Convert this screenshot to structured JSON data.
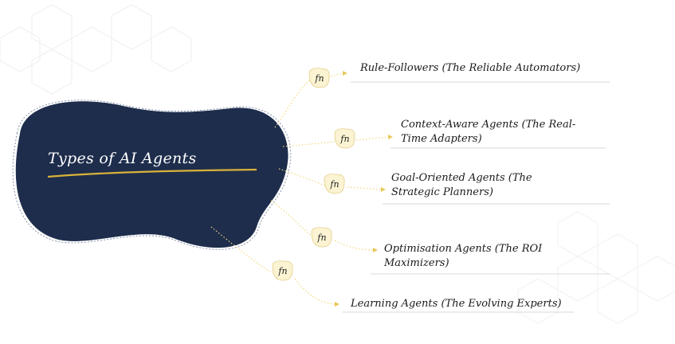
{
  "root": {
    "title": "Types of AI Agents"
  },
  "branches": [
    {
      "label": "Rule-Followers (The Reliable Automators)",
      "fn": "fn"
    },
    {
      "label": "Context-Aware Agents (The Real-Time Adapters)",
      "fn": "fn"
    },
    {
      "label": "Goal-Oriented Agents (The Strategic Planners)",
      "fn": "fn"
    },
    {
      "label": "Optimisation Agents (The ROI Maximizers)",
      "fn": "fn"
    },
    {
      "label": "Learning Agents (The Evolving Experts)",
      "fn": "fn"
    }
  ],
  "colors": {
    "root_fill": "#1e2d4c",
    "connector": "#f0d77a",
    "fn_badge": "#fbf3d2",
    "underline": "#d9b23a"
  }
}
